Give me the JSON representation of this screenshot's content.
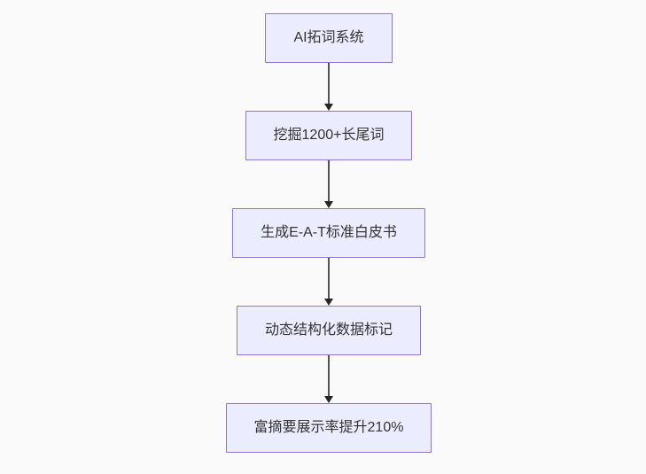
{
  "canvas": {
    "background_color": "#fafafa"
  },
  "flowchart": {
    "type": "flow",
    "direction": "top-down",
    "style": {
      "node_fill": "#ECECFF",
      "node_border": "#9370DB",
      "text_color": "#333333",
      "arrow_line_color": "#555555",
      "arrowhead_color": "#262626"
    },
    "nodes": [
      {
        "id": "n1",
        "label": "AI拓词系统"
      },
      {
        "id": "n2",
        "label": "挖掘1200+长尾词"
      },
      {
        "id": "n3",
        "label": "生成E-A-T标准白皮书"
      },
      {
        "id": "n4",
        "label": "动态结构化数据标记"
      },
      {
        "id": "n5",
        "label": "富摘要展示率提升210%"
      }
    ],
    "edges": [
      {
        "from": "n1",
        "to": "n2"
      },
      {
        "from": "n2",
        "to": "n3"
      },
      {
        "from": "n3",
        "to": "n4"
      },
      {
        "from": "n4",
        "to": "n5"
      }
    ]
  }
}
